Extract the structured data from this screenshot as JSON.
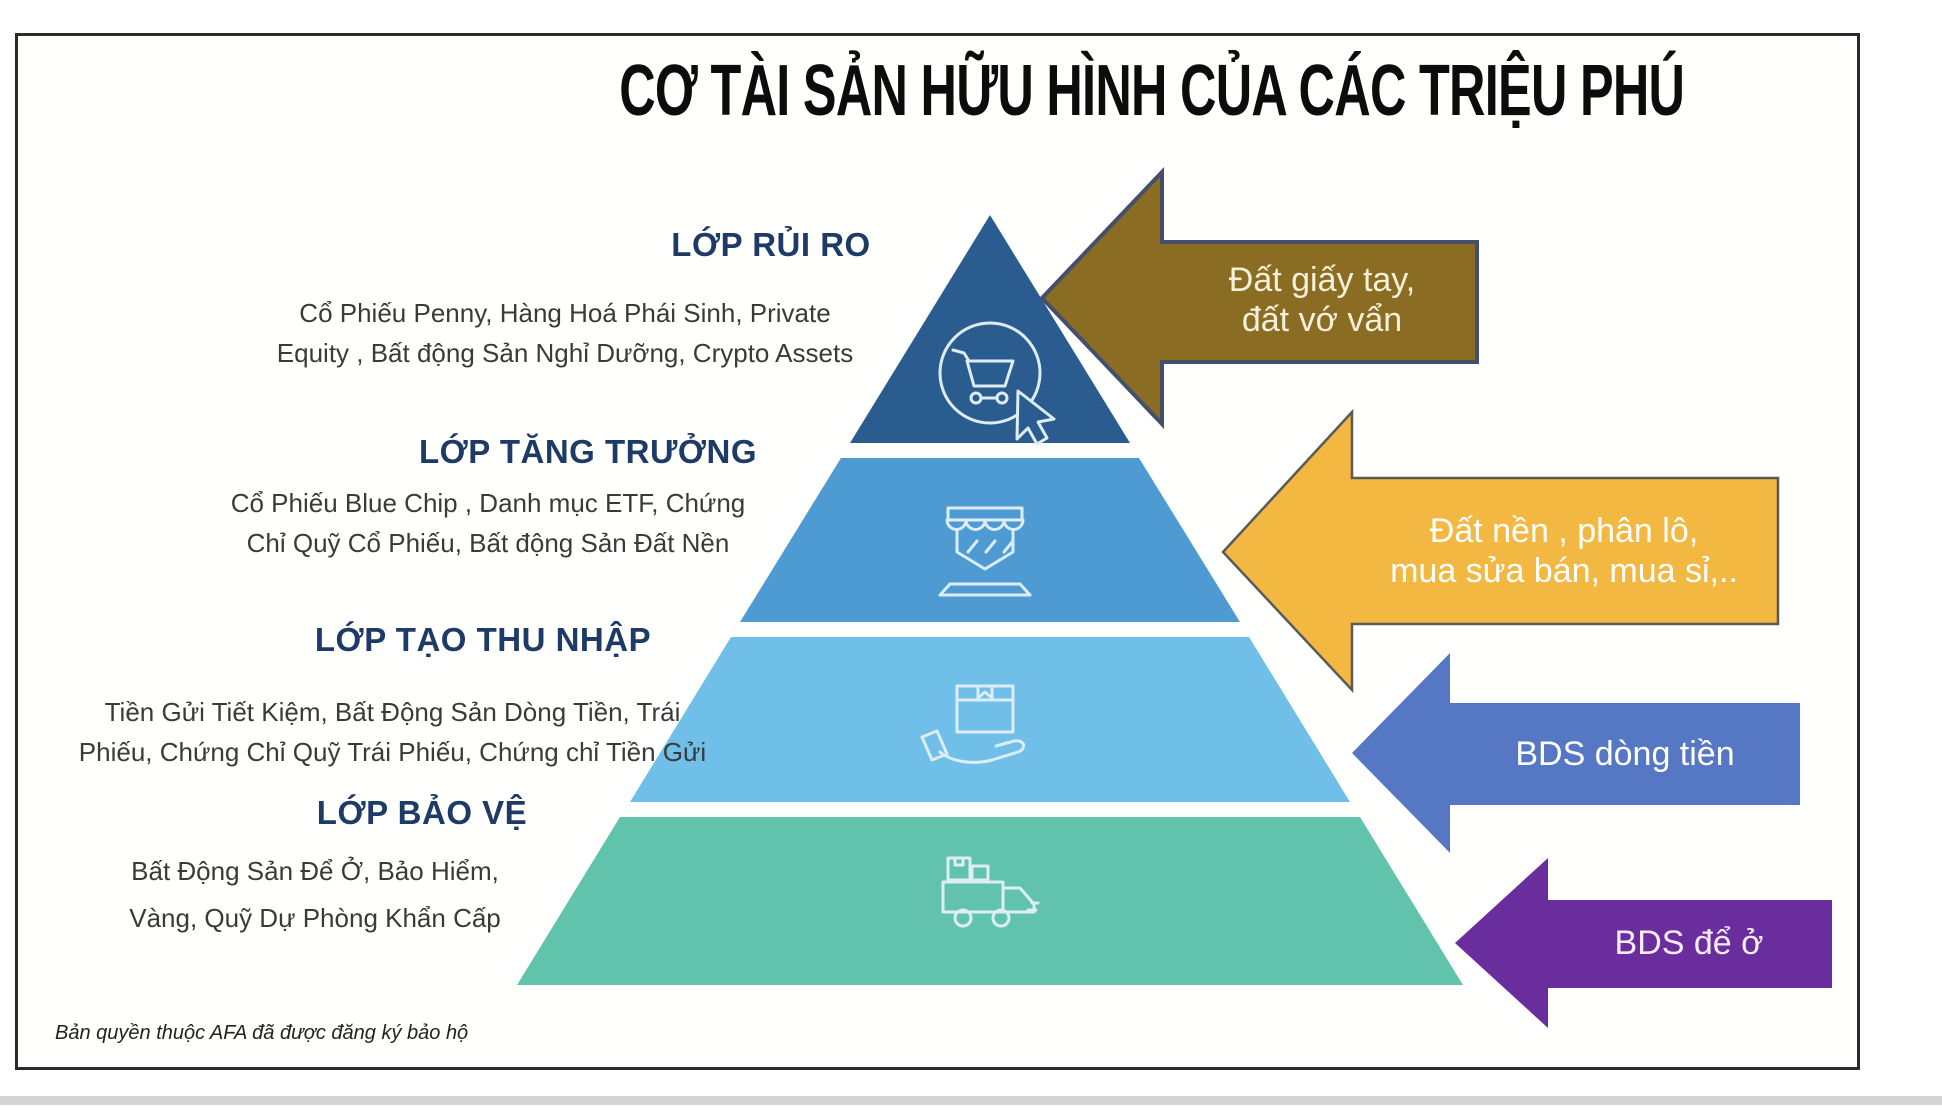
{
  "title": "CƠ TÀI SẢN HỮU HÌNH CỦA CÁC TRIỆU PHÚ",
  "theme": {
    "label_color": "#1E3A66",
    "desc_color": "#3A3A3A",
    "frame_border": "#2B2B2B",
    "icon_stroke": "#DCEDF7"
  },
  "pyramid": {
    "layers": [
      {
        "id": "risk",
        "label": "LỚP RỦI RO",
        "desc_line1": "Cổ Phiếu Penny, Hàng Hoá Phái Sinh, Private",
        "desc_line2": "Equity , Bất động Sản Nghỉ Dưỡng, Crypto Assets",
        "color": "#2B5C8F",
        "icon": "cart-click-icon"
      },
      {
        "id": "growth",
        "label": "LỚP TĂNG TRƯỞNG",
        "desc_line1": "Cổ Phiếu Blue Chip , Danh mục ETF, Chứng",
        "desc_line2": "Chỉ Quỹ Cổ Phiếu, Bất động Sản Đất Nền",
        "color": "#4E9BD3",
        "icon": "storefront-icon"
      },
      {
        "id": "income",
        "label": "LỚP TẠO THU NHẬP",
        "desc_line1": "Tiền Gửi Tiết Kiệm, Bất Động Sản Dòng Tiền, Trái",
        "desc_line2": "Phiếu, Chứng Chỉ Quỹ Trái Phiếu, Chứng chỉ Tiền Gửi",
        "color": "#6FBFE9",
        "icon": "hand-box-icon"
      },
      {
        "id": "protection",
        "label": "LỚP BẢO VỆ",
        "desc_line1": "Bất Động Sản Để Ở, Bảo Hiểm,",
        "desc_line2": "Vàng, Quỹ Dự Phòng Khẩn Cấp",
        "color": "#62C3AD",
        "icon": "delivery-truck-icon"
      }
    ]
  },
  "arrows": [
    {
      "line1": "Đất giấy tay,",
      "line2": "đất vớ vẩn",
      "fill": "#8A6D22",
      "border": "#44506B",
      "text_color": "#F6EFDA"
    },
    {
      "line1": "Đất nền , phân lô,",
      "line2": "mua sửa bán, mua sỉ,..",
      "fill": "#F2B841",
      "border": "#5A5A5A",
      "text_color": "#FFFFFF"
    },
    {
      "line1": "BDS dòng tiền",
      "line2": "",
      "fill": "#5577C4",
      "border": "none",
      "text_color": "#FFFFFF"
    },
    {
      "line1": "BDS để ở",
      "line2": "",
      "fill": "#6A2D9D",
      "border": "none",
      "text_color": "#F8ECFA"
    }
  ],
  "footer": {
    "copyright": "Bản quyền thuộc AFA đã được đăng ký bảo hộ"
  }
}
